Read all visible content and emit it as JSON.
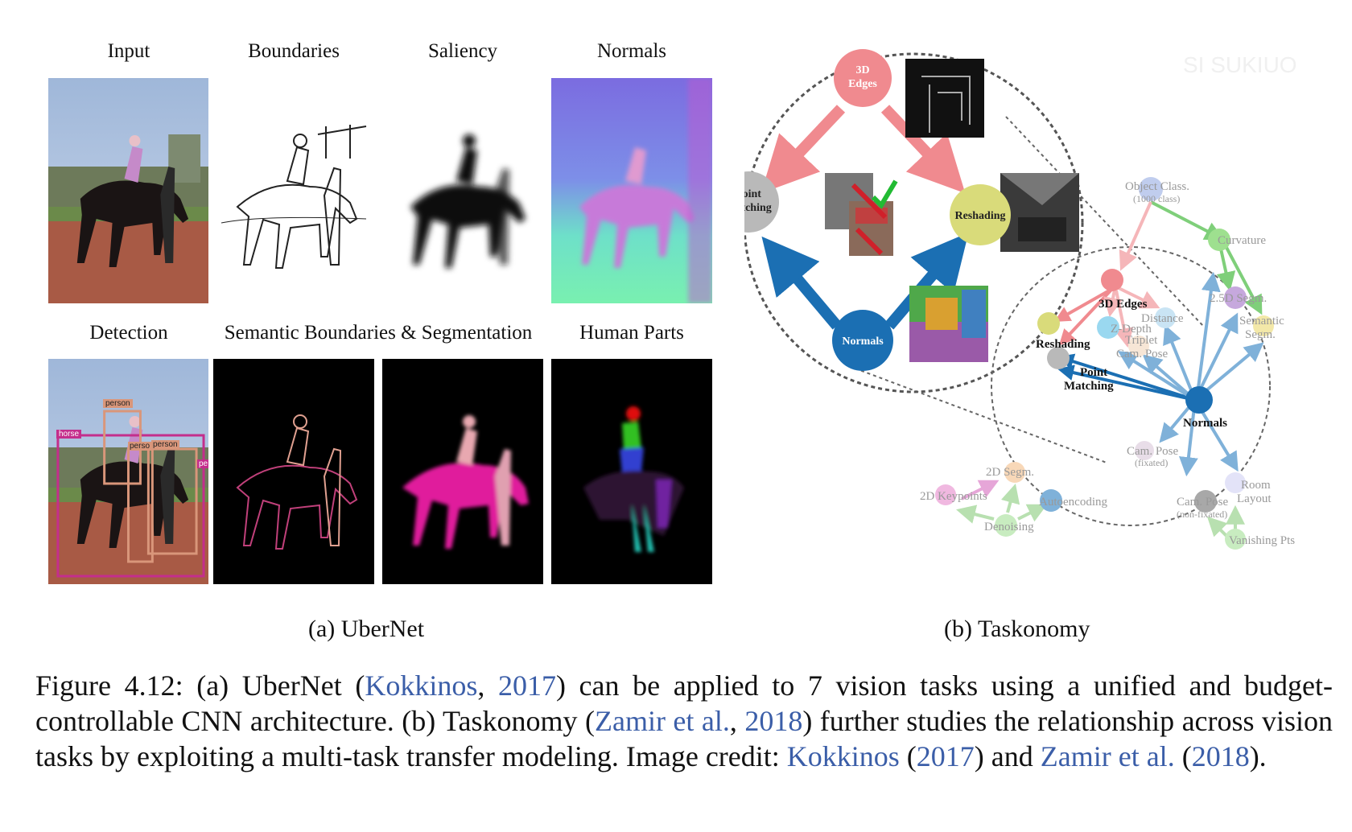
{
  "panel_a": {
    "top_labels": [
      "Input",
      "Boundaries",
      "Saliency",
      "Normals"
    ],
    "bottom_labels": [
      "Detection",
      "Semantic Boundaries & Segmentation",
      "Human Parts"
    ],
    "detection_boxes": [
      "person",
      "horse",
      "perso",
      "person",
      "pe"
    ],
    "subcaption": "(a) UberNet"
  },
  "panel_b": {
    "watermark": "SI SUKIUO",
    "zoom_nodes": {
      "edges_3d": "3D\nEdges",
      "point_matching": "Point\nMatching",
      "reshading": "Reshading",
      "normals": "Normals"
    },
    "graph_nodes": {
      "object_class": "Object Class.",
      "object_class_sub": "(1000 class)",
      "curvature": "Curvature",
      "edges_3d": "3D Edges",
      "segm_25d": "2.5D Segm.",
      "semantic_segm": "Semantic Segm.",
      "reshading": "Reshading",
      "z_depth": "Z-Depth",
      "distance": "Distance",
      "triplet_cam_pose": "Triplet Cam. Pose",
      "point_matching": "Point Matching",
      "normals": "Normals",
      "cam_pose_fixated": "Cam. Pose",
      "cam_pose_fixated_sub": "(fixated)",
      "segm_2d": "2D Segm.",
      "keypoints_2d": "2D Keypoints",
      "autoencoding": "Autoencoding",
      "denoising": "Denoising",
      "cam_pose_nonfixated": "Cam. Pose",
      "cam_pose_nonfixated_sub": "(non-fixated)",
      "room_layout": "Room Layout",
      "vanishing_pts": "Vanishing Pts"
    },
    "subcaption": "(b) Taskonomy"
  },
  "caption": {
    "label": "Figure 4.12:",
    "t1": "(a) UberNet (",
    "ref_kokkinos": "Kokkinos",
    "comma": ", ",
    "year_2017": "2017",
    "t2": ") can be applied to 7 vision tasks using a unified and budget-controllable CNN architecture. (b) Taskonomy (",
    "ref_zamir": "Zamir et al.",
    "year_2018": "2018",
    "t3": ") further studies the relationship across vision tasks by exploiting a multi-task transfer modeling. Image credit: ",
    "t4": " (",
    "t5": ") and ",
    "t6": " (",
    "t7": ")."
  },
  "colors": {
    "link": "#3b5ea8",
    "edges_3d": "#f08a8f",
    "normals": "#1b6fb3",
    "reshading": "#d9db7a",
    "point_matching": "#b9b9b9",
    "green_edge": "#7fcf7a"
  }
}
